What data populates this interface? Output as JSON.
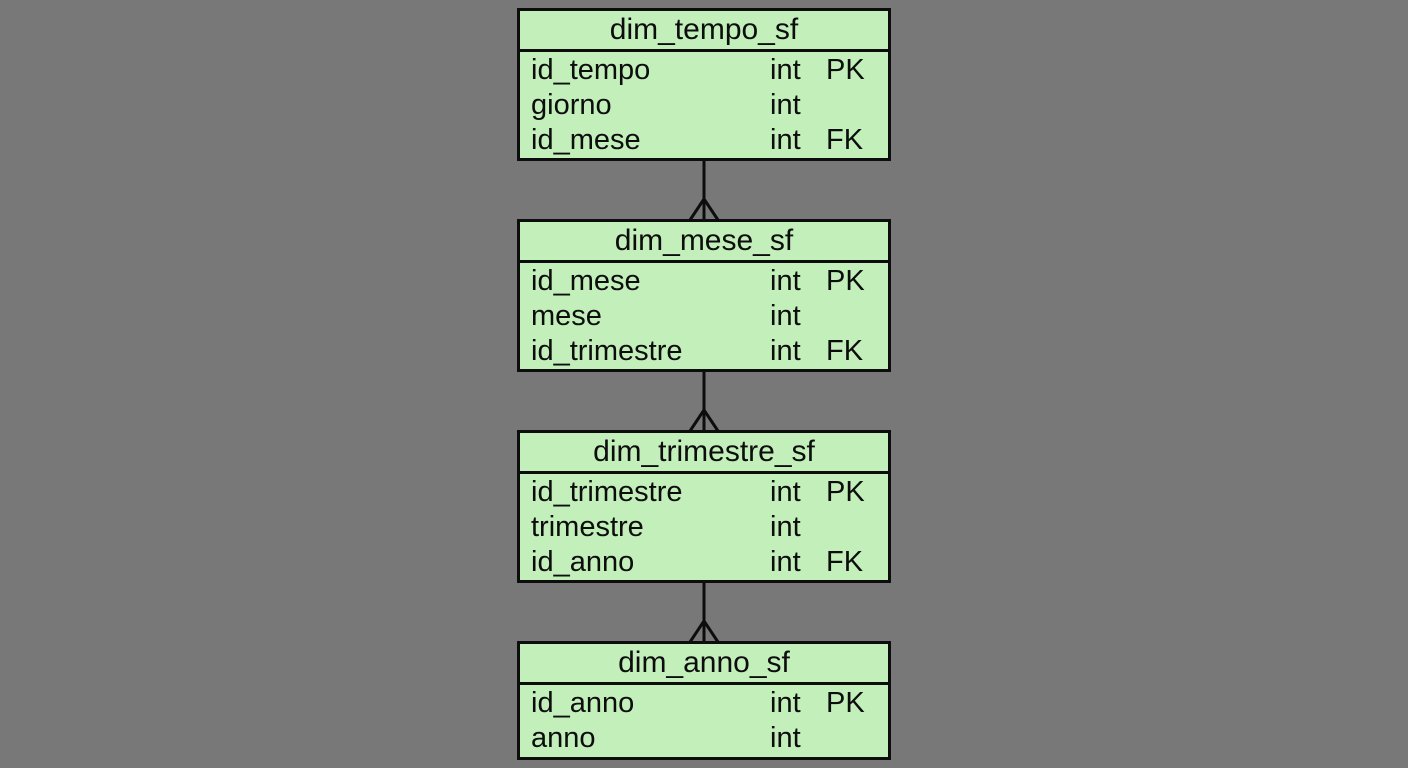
{
  "diagram": {
    "kind": "entity-relationship-diagram",
    "background_color": "#787878",
    "entity_fill_color": "#c2efba",
    "entity_border_color": "#0d0d0d",
    "tables": [
      {
        "title": "dim_tempo_sf",
        "rows": [
          {
            "name": "id_tempo",
            "type": "int",
            "key": "PK"
          },
          {
            "name": "giorno",
            "type": "int",
            "key": ""
          },
          {
            "name": "id_mese",
            "type": "int",
            "key": "FK"
          }
        ]
      },
      {
        "title": "dim_mese_sf",
        "rows": [
          {
            "name": "id_mese",
            "type": "int",
            "key": "PK"
          },
          {
            "name": "mese",
            "type": "int",
            "key": ""
          },
          {
            "name": "id_trimestre",
            "type": "int",
            "key": "FK"
          }
        ]
      },
      {
        "title": "dim_trimestre_sf",
        "rows": [
          {
            "name": "id_trimestre",
            "type": "int",
            "key": "PK"
          },
          {
            "name": "trimestre",
            "type": "int",
            "key": ""
          },
          {
            "name": "id_anno",
            "type": "int",
            "key": "FK"
          }
        ]
      },
      {
        "title": "dim_anno_sf",
        "rows": [
          {
            "name": "id_anno",
            "type": "int",
            "key": "PK"
          },
          {
            "name": "anno",
            "type": "int",
            "key": ""
          }
        ]
      }
    ],
    "relationships": [
      {
        "from": "dim_tempo_sf",
        "to": "dim_mese_sf",
        "notation": "crow-foot-many at dim_mese_sf end"
      },
      {
        "from": "dim_mese_sf",
        "to": "dim_trimestre_sf",
        "notation": "crow-foot-many at dim_trimestre_sf end"
      },
      {
        "from": "dim_trimestre_sf",
        "to": "dim_anno_sf",
        "notation": "crow-foot-many at dim_anno_sf end"
      }
    ]
  }
}
